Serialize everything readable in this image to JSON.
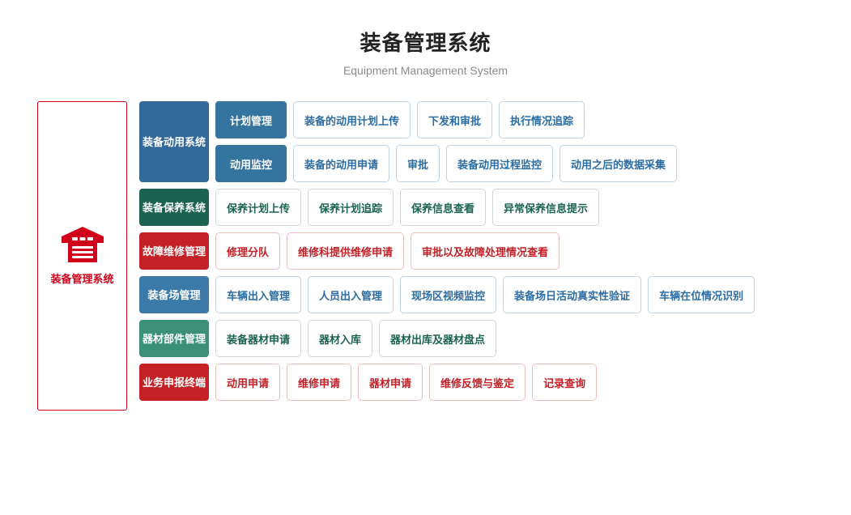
{
  "header": {
    "title": "装备管理系统",
    "subtitle": "Equipment Management System"
  },
  "brand": {
    "icon": "warehouse-icon",
    "label": "装备管理系统",
    "color": "#d0021b"
  },
  "colors": {
    "blue": "#31699b",
    "blue_sub": "#35749f",
    "blue_alt": "#3a79a8",
    "green": "#1b6350",
    "green_alt": "#3a9178",
    "red": "#c42127",
    "card_border_blue": "#bfd3e2",
    "card_border_green": "#cfd8d4",
    "card_border_red": "#f0bcbe"
  },
  "rows": [
    {
      "category": "装备动用系统",
      "color": "blue",
      "groups": [
        {
          "group": "计划管理",
          "items": [
            "装备的动用计划上传",
            "下发和审批",
            "执行情况追踪"
          ]
        },
        {
          "group": "动用监控",
          "items": [
            "装备的动用申请",
            "审批",
            "装备动用过程监控",
            "动用之后的数据采集"
          ]
        }
      ]
    },
    {
      "category": "装备保养系统",
      "color": "green",
      "items": [
        "保养计划上传",
        "保养计划追踪",
        "保养信息查看",
        "异常保养信息提示"
      ]
    },
    {
      "category": "故障维修管理",
      "color": "red",
      "items": [
        "修理分队",
        "维修科提供维修申请",
        "审批以及故障处理情况查看"
      ]
    },
    {
      "category": "装备场管理",
      "color": "blue2",
      "items": [
        "车辆出入管理",
        "人员出入管理",
        "现场区视频监控",
        "装备场日活动真实性验证",
        "车辆在位情况识别"
      ]
    },
    {
      "category": "器材部件管理",
      "color": "green2",
      "items": [
        "装备器材申请",
        "器材入库",
        "器材出库及器材盘点"
      ]
    },
    {
      "category": "业务申报终端",
      "color": "red2",
      "items": [
        "动用申请",
        "维修申请",
        "器材申请",
        "维修反馈与鉴定",
        "记录查询"
      ]
    }
  ]
}
